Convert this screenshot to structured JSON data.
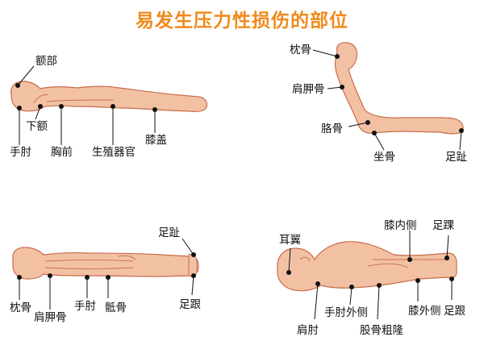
{
  "title": "易发生压力性损伤的部位",
  "colors": {
    "title": "#f08a1c",
    "skin": "#f2c1a4",
    "skin_stroke": "#c96b4a",
    "point": "#111111",
    "line": "#111111",
    "label": "#111111"
  },
  "figures": {
    "prone": {
      "labels": {
        "forehead": "额部",
        "chin": "下额",
        "elbow": "手肘",
        "chest": "胸前",
        "genital": "生殖器官",
        "knee": "膝盖"
      }
    },
    "sitting": {
      "labels": {
        "occiput": "枕骨",
        "scapula": "肩胛骨",
        "elbow": "胳骨",
        "ischium": "坐骨",
        "toes": "足趾"
      }
    },
    "supine": {
      "labels": {
        "toes": "足趾",
        "occiput": "枕骨",
        "scapula": "肩胛骨",
        "elbow": "手肘",
        "sacrum": "骶骨",
        "heel": "足跟"
      }
    },
    "lateral": {
      "labels": {
        "ear": "耳翼",
        "knee_inner": "膝内侧",
        "ankle": "足踝",
        "elbow": "肩肘",
        "elbow_outer": "手肘外侧",
        "trochanter": "股骨粗隆",
        "knee_outer": "膝外侧",
        "heel": "足跟"
      }
    }
  }
}
